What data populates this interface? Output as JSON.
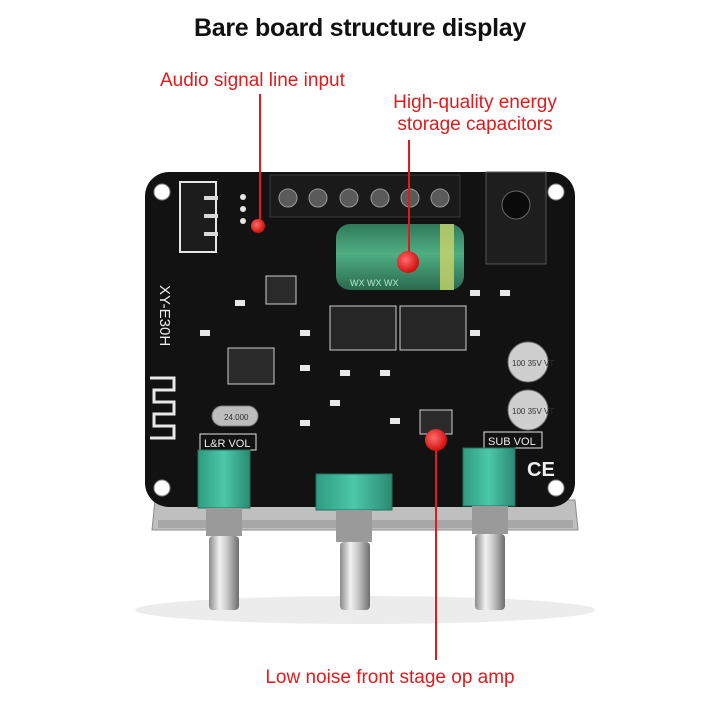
{
  "title": "Bare board structure display",
  "callouts": {
    "audio_input": "Audio signal line input",
    "capacitors_line1": "High-quality energy",
    "capacitors_line2": "storage capacitors",
    "op_amp": "Low noise front stage op amp"
  },
  "board": {
    "model": "XY-E30H",
    "lr_vol_label": "L&R VOL",
    "sub_vol_label": "SUB VOL",
    "ce_mark": "CE",
    "crystal_label": "24.000",
    "cap_rating_small": "100 35V VT",
    "big_cap_marking": "WX"
  },
  "colors": {
    "callout_red": "#e01b1b",
    "pcb_black": "#121212",
    "cap_green": "#3a8f6a",
    "pot_teal": "#39b89a"
  }
}
